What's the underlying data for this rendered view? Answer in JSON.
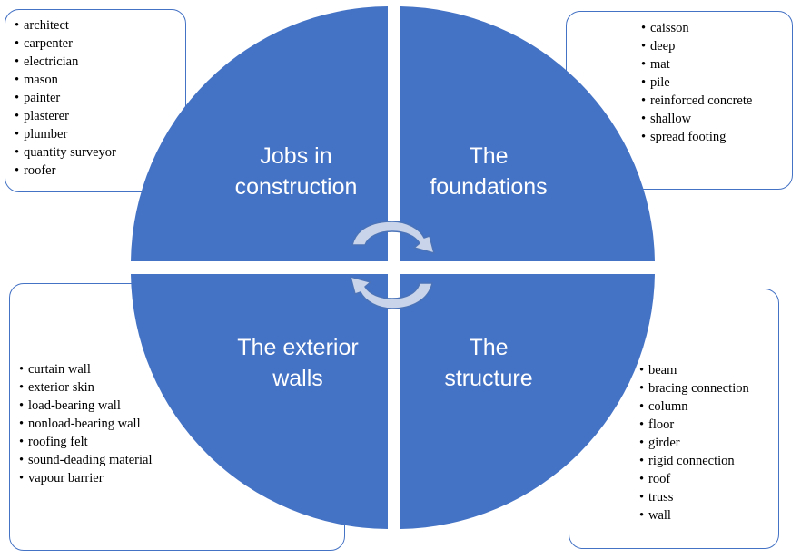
{
  "colors": {
    "quadrant_fill": "#4472c4",
    "box_border": "#4472c4",
    "arrow_fill": "#c9d3ea",
    "arrow_stroke": "#4a73b8",
    "label_text": "#ffffff",
    "list_text": "#000000"
  },
  "quadrants": {
    "top_left": {
      "line1": "Jobs in",
      "line2": "construction"
    },
    "top_right": {
      "line1": "The",
      "line2": "foundations"
    },
    "bottom_left": {
      "line1": "The exterior",
      "line2": "walls"
    },
    "bottom_right": {
      "line1": "The",
      "line2": "structure"
    }
  },
  "lists": {
    "jobs": [
      "architect",
      "carpenter",
      "electrician",
      "mason",
      "painter",
      "plasterer",
      "plumber",
      "quantity surveyor",
      "roofer"
    ],
    "foundations": [
      "caisson",
      "deep",
      "mat",
      "pile",
      "reinforced concrete",
      "shallow",
      "spread footing"
    ],
    "exterior_walls": [
      "curtain wall",
      "exterior skin",
      "load-bearing wall",
      "nonload-bearing wall",
      "roofing felt",
      "sound-deading material",
      "vapour barrier"
    ],
    "structure": [
      "beam",
      "bracing connection",
      "column",
      "floor",
      "girder",
      "rigid connection",
      "roof",
      "truss",
      "wall"
    ]
  },
  "icons": {
    "center": "circular-arrows-icon"
  }
}
